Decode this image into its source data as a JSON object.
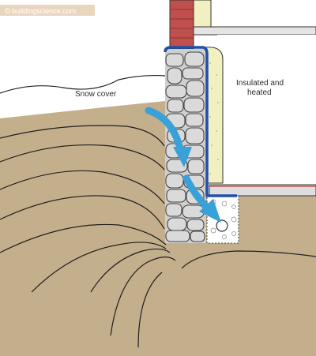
{
  "watermark": "© buildingscience.com",
  "labels": {
    "snow_cover": "Snow cover",
    "interior_line1": "Insulated and",
    "interior_line2": "heated"
  },
  "colors": {
    "soil": "#c4af8c",
    "stone_fill": "#d9d9d9",
    "stone_outline": "#444444",
    "membrane": "#1f4fa8",
    "water_arrow": "#3aa0d8",
    "brick": "#c0504d",
    "insulation_dots": "#f2efc0",
    "slab": "#dedede",
    "interior": "#ffffff"
  },
  "icons": {
    "flow": "water-flow-arrow-icon",
    "drain": "drain-pipe-icon"
  }
}
